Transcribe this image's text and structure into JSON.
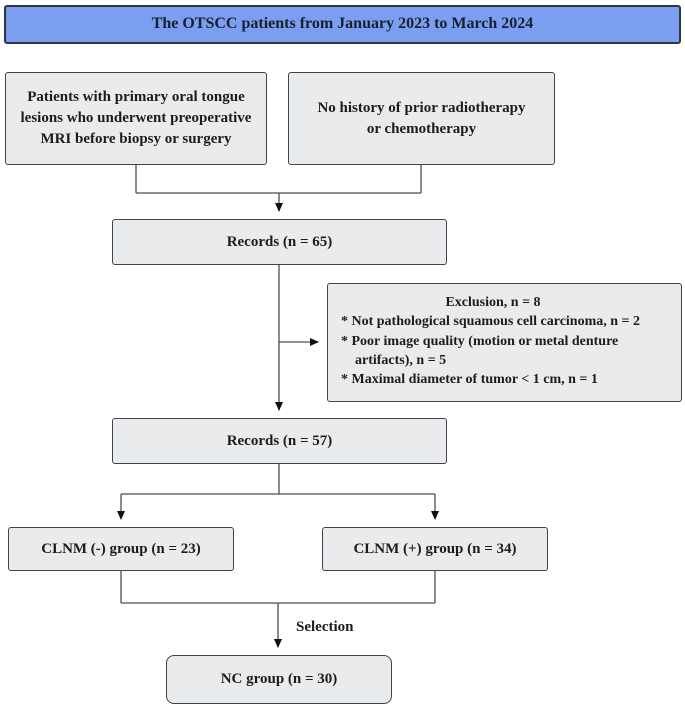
{
  "header": {
    "title": "The OTSCC patients from January 2023 to March 2024"
  },
  "inclusion": {
    "left": "Patients with primary oral tongue lesions who underwent preoperative MRI before biopsy or surgery",
    "right": "No history of prior radiotherapy or chemotherapy"
  },
  "records_initial": {
    "label": "Records (n = 65)"
  },
  "exclusion": {
    "title": "Exclusion, n = 8",
    "items": [
      "* Not pathological squamous cell carcinoma, n = 2",
      "* Poor image quality (motion or metal denture artifacts), n = 5",
      "* Maximal diameter of tumor < 1 cm, n = 1"
    ]
  },
  "records_after": {
    "label": "Records (n = 57)"
  },
  "groups": {
    "clnm_negative": "CLNM (-) group (n = 23)",
    "clnm_positive": "CLNM (+) group (n = 34)"
  },
  "selection": {
    "label": "Selection"
  },
  "nc_group": {
    "label": "NC group (n = 30)"
  },
  "colors": {
    "title_fill": "#7C9EF0",
    "title_border": "#2F363E",
    "box_fill": "#E9EBED",
    "box_border": "#3F444A",
    "line": "#4A4E53",
    "arrowhead": "#111111",
    "text": "#1C1C1C"
  }
}
